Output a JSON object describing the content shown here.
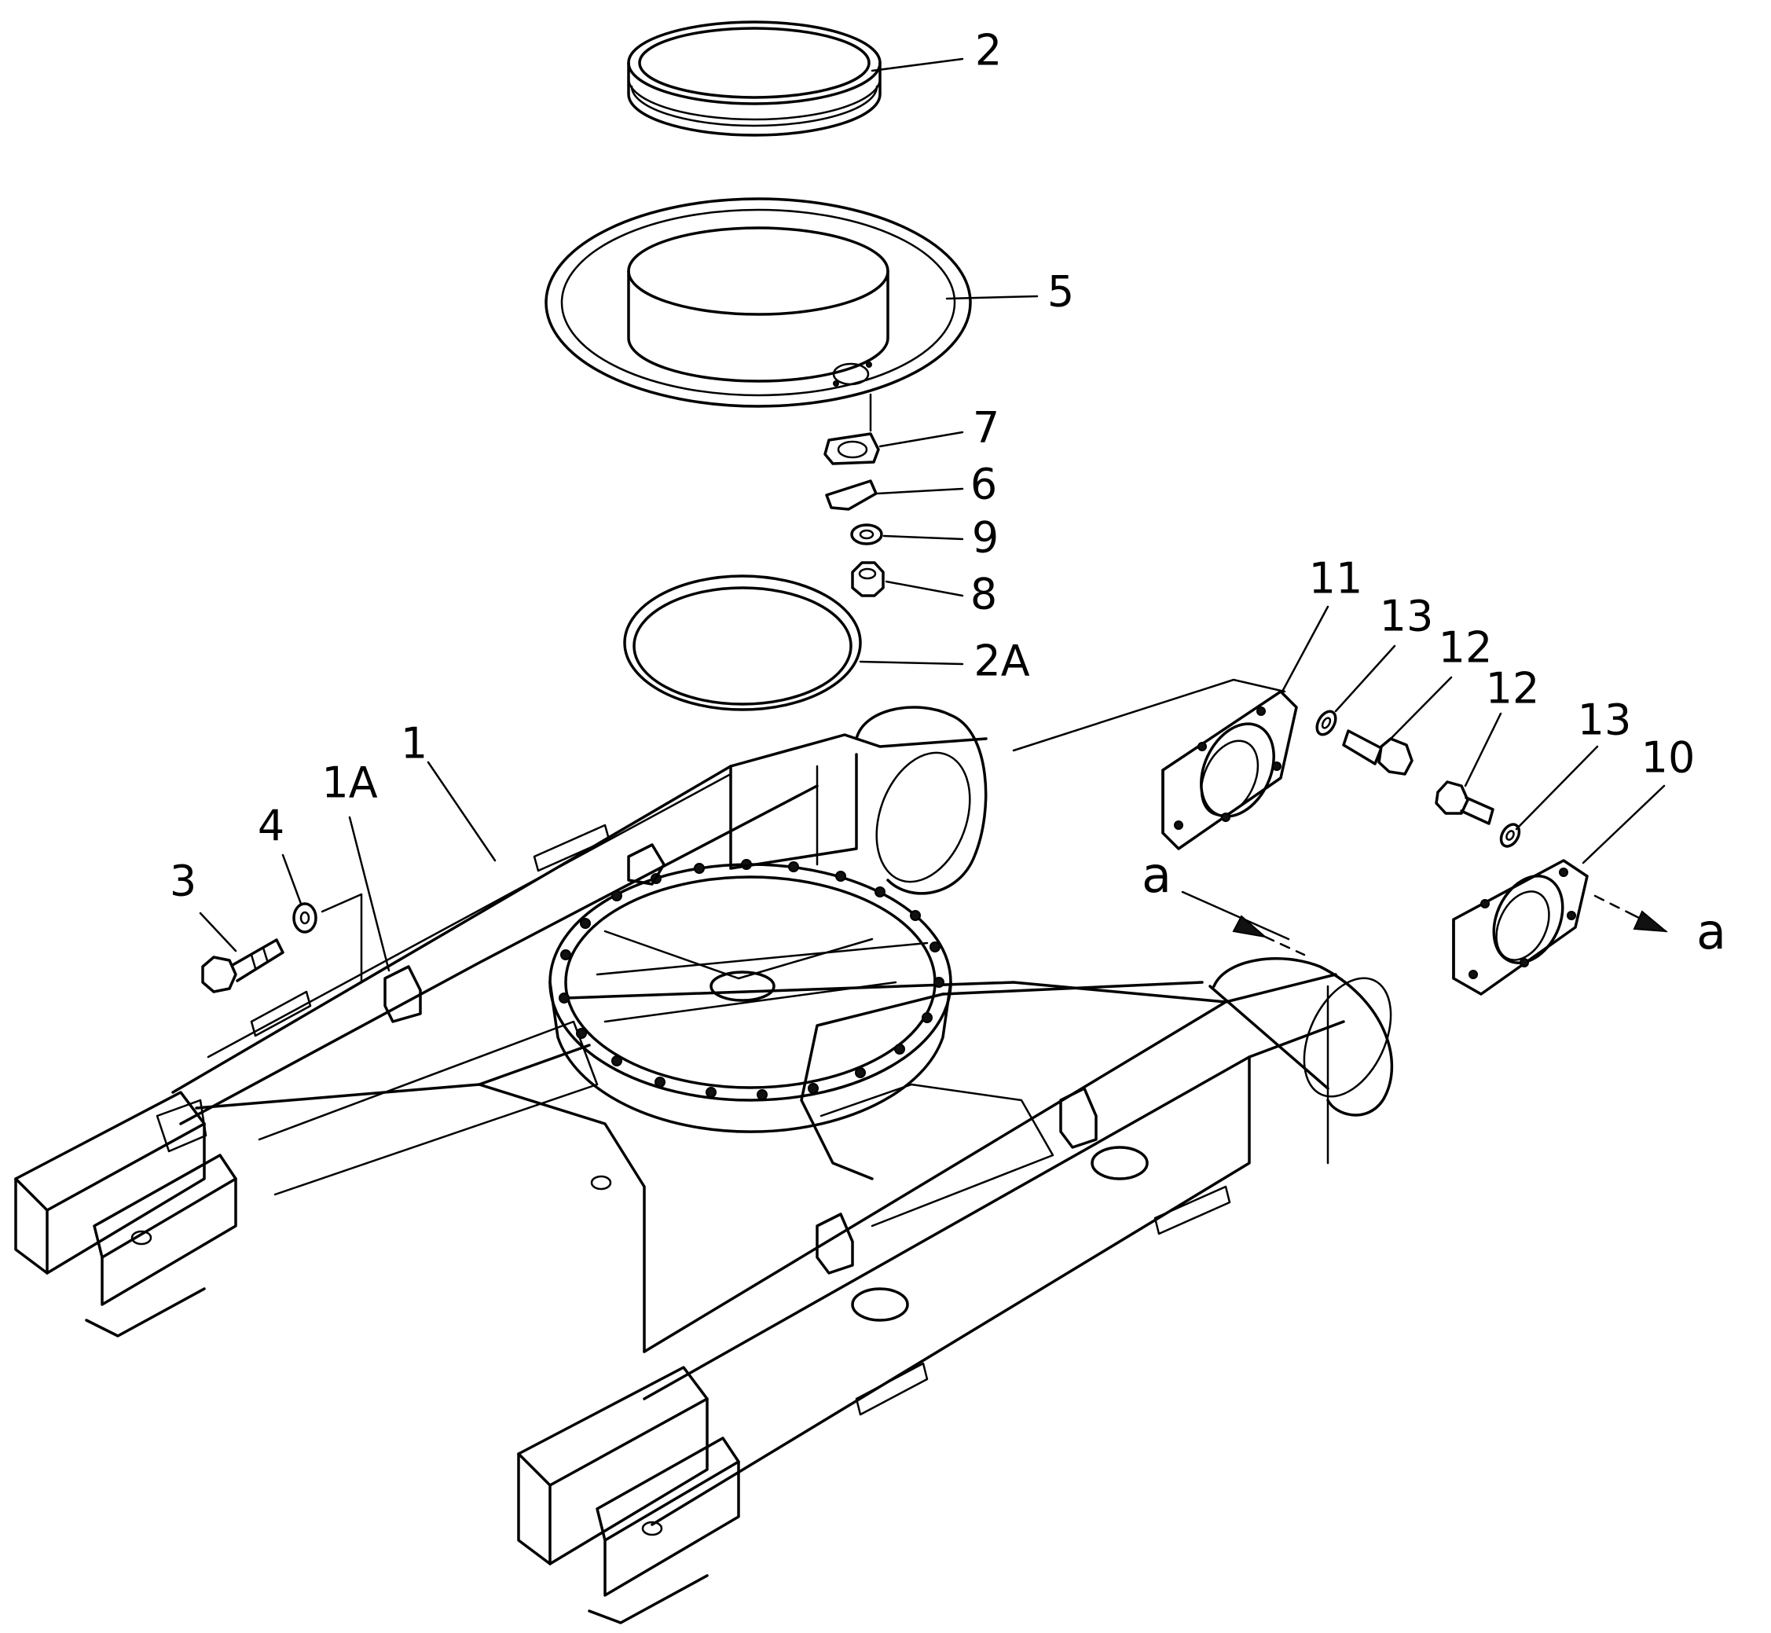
{
  "labels": {
    "part_1": "1",
    "part_1a": "1A",
    "part_2": "2",
    "part_2a": "2A",
    "part_3": "3",
    "part_4": "4",
    "part_5": "5",
    "part_6": "6",
    "part_7": "7",
    "part_8": "8",
    "part_9": "9",
    "part_10": "10",
    "part_11": "11",
    "part_12_left": "12",
    "part_12_right": "12",
    "part_13_left": "13",
    "part_13_right": "13",
    "ref_a_left": "a",
    "ref_a_right": "a"
  }
}
